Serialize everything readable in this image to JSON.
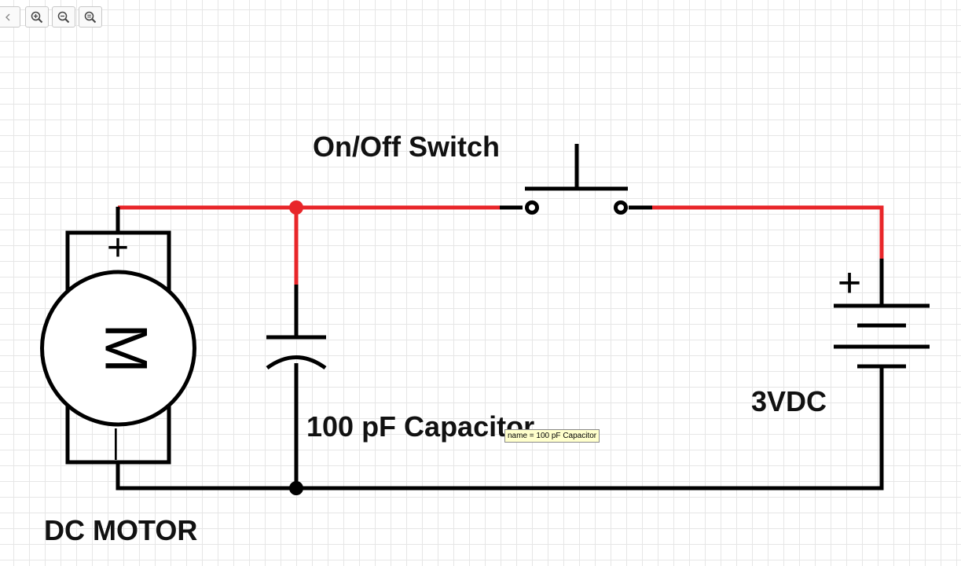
{
  "toolbar": {
    "buttons": [
      {
        "name": "back",
        "icon": "chevron-left-icon"
      },
      {
        "name": "zoom-in",
        "icon": "zoom-in-icon"
      },
      {
        "name": "zoom-out",
        "icon": "zoom-out-icon"
      },
      {
        "name": "zoom-reset",
        "icon": "zoom-actual-icon"
      }
    ]
  },
  "labels": {
    "switch": "On/Off Switch",
    "capacitor": "100 pF Capacitor",
    "battery": "3VDC",
    "motor": "DC MOTOR",
    "motor_symbol": "M",
    "motor_plus": "+",
    "motor_minus": "—",
    "battery_plus": "+"
  },
  "tooltip": {
    "text": "name = 100 pF Capacitor"
  },
  "colors": {
    "highlighted_wire": "#e8262a",
    "wire": "#000000",
    "grid": "#e6e6e6",
    "tooltip_bg": "#ffffcc"
  }
}
